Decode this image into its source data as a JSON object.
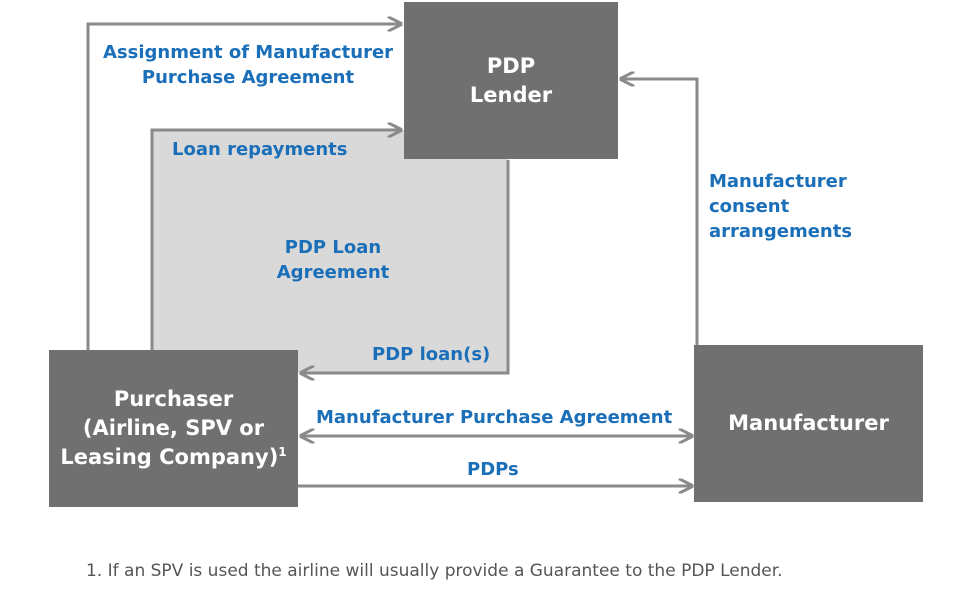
{
  "colors": {
    "box_fill": "#707070",
    "agreement_fill": "#d9d9d9",
    "label_blue": "#1a6fb8",
    "arrow": "#8a8a8a",
    "footnote_text": "#555555"
  },
  "boxes": {
    "pdp_lender": {
      "line1": "PDP",
      "line2": "Lender"
    },
    "purchaser": {
      "line1": "Purchaser",
      "line2": "(Airline, SPV or",
      "line3": "Leasing Company)",
      "superscript": "1"
    },
    "manufacturer": {
      "label": "Manufacturer"
    }
  },
  "labels": {
    "assignment": {
      "line1": "Assignment of Manufacturer",
      "line2": "Purchase Agreement"
    },
    "loan_repayments": "Loan repayments",
    "pdp_loan_agreement": {
      "line1": "PDP Loan",
      "line2": "Agreement"
    },
    "pdp_loans": "PDP loan(s)",
    "manufacturer_consent": {
      "line1": "Manufacturer",
      "line2": "consent",
      "line3": "arrangements"
    },
    "manufacturer_purchase_agreement": "Manufacturer Purchase Agreement",
    "pdps": "PDPs"
  },
  "footnote": "1. If an SPV is used the airline will usually provide a Guarantee to the PDP Lender."
}
